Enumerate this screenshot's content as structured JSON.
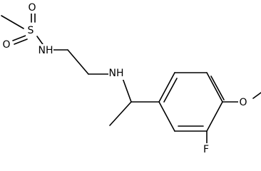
{
  "molecule": {
    "atoms": {
      "S": "S",
      "O_top": "O",
      "O_left": "O",
      "N_sulfonamide": "NH",
      "N_amine": "NH",
      "O_methoxy": "O",
      "F": "F"
    },
    "colors": {
      "bond": "#000000",
      "label": "#000000",
      "background": "#ffffff"
    }
  }
}
